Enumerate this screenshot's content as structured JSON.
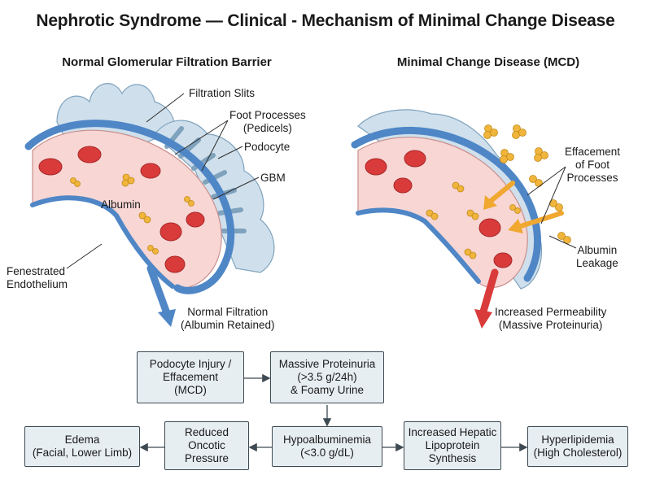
{
  "title": "Nephrotic Syndrome — Clinical - Mechanism of Minimal Change Disease",
  "left_panel": {
    "title": "Normal Glomerular Filtration Barrier",
    "labels": {
      "filtration_slits": "Filtration Slits",
      "foot_processes": "Foot Processes\n(Pedicels)",
      "podocyte": "Podocyte",
      "gbm": "GBM",
      "albumin": "Albumin",
      "fenestrated": "Fenestrated\nEndothelium",
      "normal_filtration": "Normal Filtration\n(Albumin Retained)"
    }
  },
  "right_panel": {
    "title": "Minimal Change Disease (MCD)",
    "labels": {
      "effacement": "Effacement\nof Foot\nProcesses",
      "albumin_leakage": "Albumin\nLeakage",
      "increased_permeability": "Increased Permeability\n(Massive Proteinuria)"
    }
  },
  "flow": {
    "podocyte_injury": "Podocyte Injury /\nEffacement\n(MCD)",
    "massive_proteinuria": "Massive Proteinuria\n(>3.5 g/24h)\n& Foamy Urine",
    "hypoalbuminemia": "Hypoalbuminemia\n(<3.0 g/dL)",
    "reduced_oncotic": "Reduced\nOncotic\nPressure",
    "edema": "Edema\n(Facial, Lower Limb)",
    "hepatic_synthesis": "Increased Hepatic\nLipoprotein\nSynthesis",
    "hyperlipidemia": "Hyperlipidemia\n(High Cholesterol)"
  },
  "colors": {
    "plasma": "#f7d6d4",
    "rbc": "#d93b3b",
    "albumin": "#f0b53c",
    "gbm": "#4f86c6",
    "podocyte": "#cfe0ec",
    "arrow_normal": "#4f86c6",
    "arrow_leak": "#d93b3b",
    "arrow_effacement": "#f0a830",
    "box_fill": "#e7eef2"
  }
}
